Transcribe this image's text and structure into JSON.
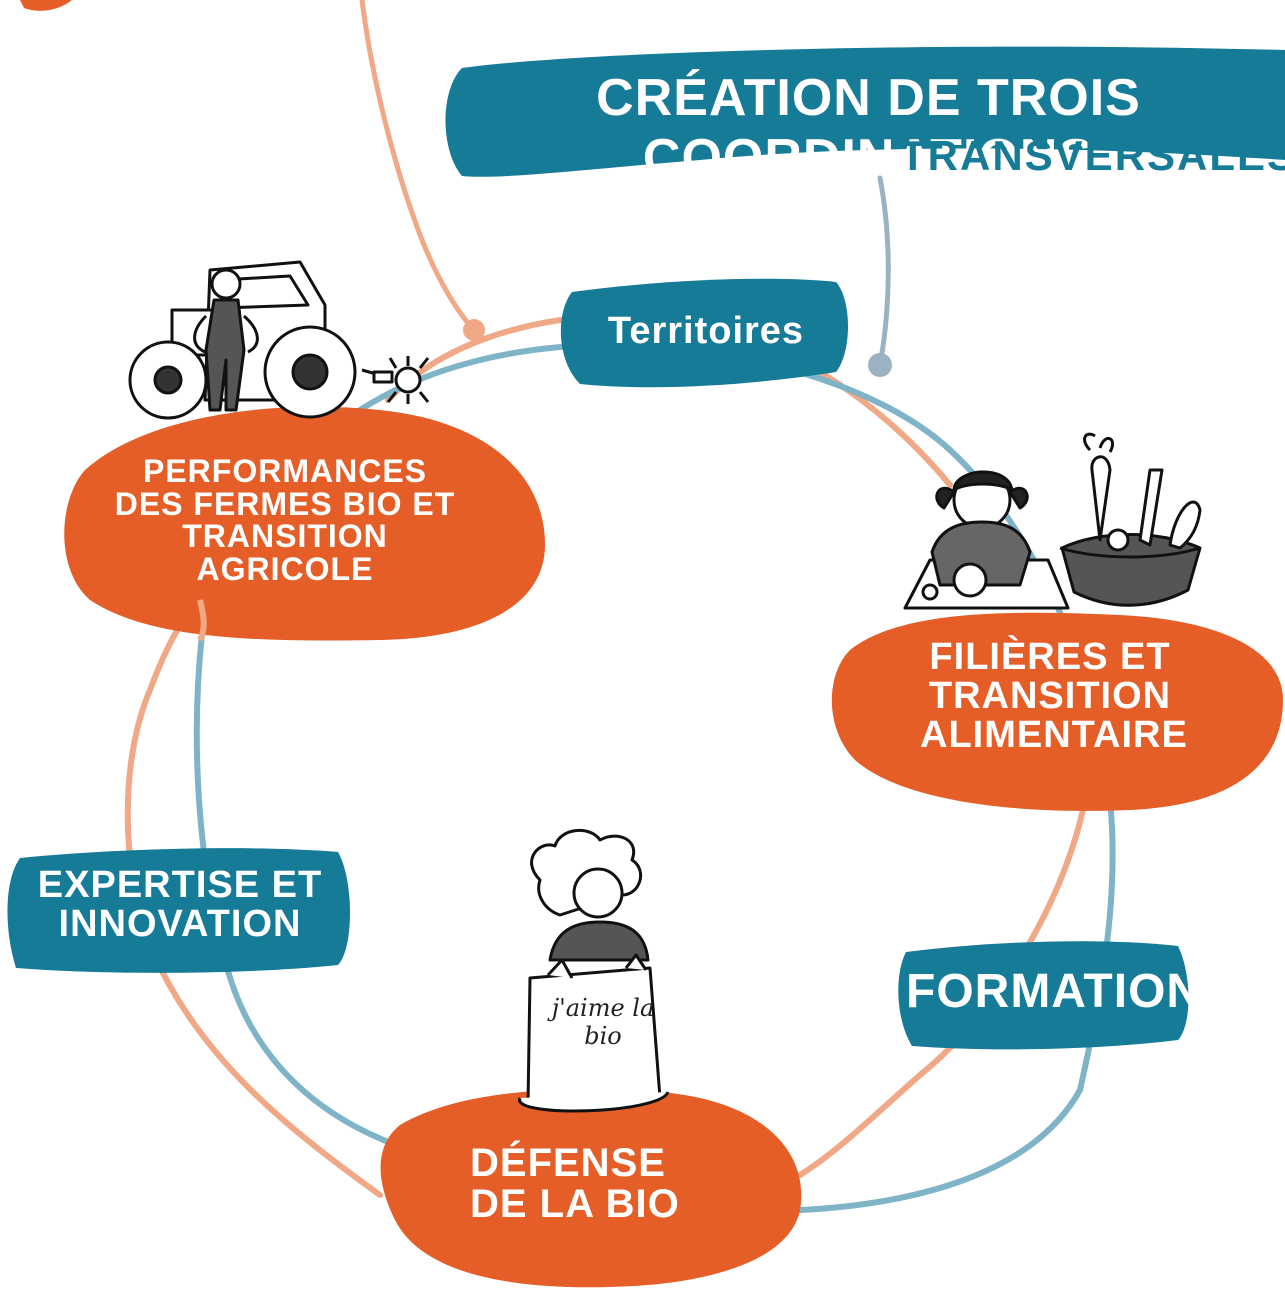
{
  "title": {
    "main": "Création de trois coordinations",
    "sub": "transversales"
  },
  "coordinations": [
    {
      "label": "Territoires"
    },
    {
      "label": "Expertise et innovation"
    },
    {
      "label": "Formation"
    }
  ],
  "themes": [
    {
      "label": "Performances des fermes bio et transition agricole"
    },
    {
      "label": "Filières et transition alimentaire"
    },
    {
      "label": "Défense de la bio"
    }
  ],
  "sign_text": "j'aime la bio",
  "colors": {
    "orange": "#e55e27",
    "teal": "#167b97",
    "salmon_line": "#f0a886",
    "blue_line": "#7fb4c8",
    "grey_connector": "#9bb2c2"
  }
}
